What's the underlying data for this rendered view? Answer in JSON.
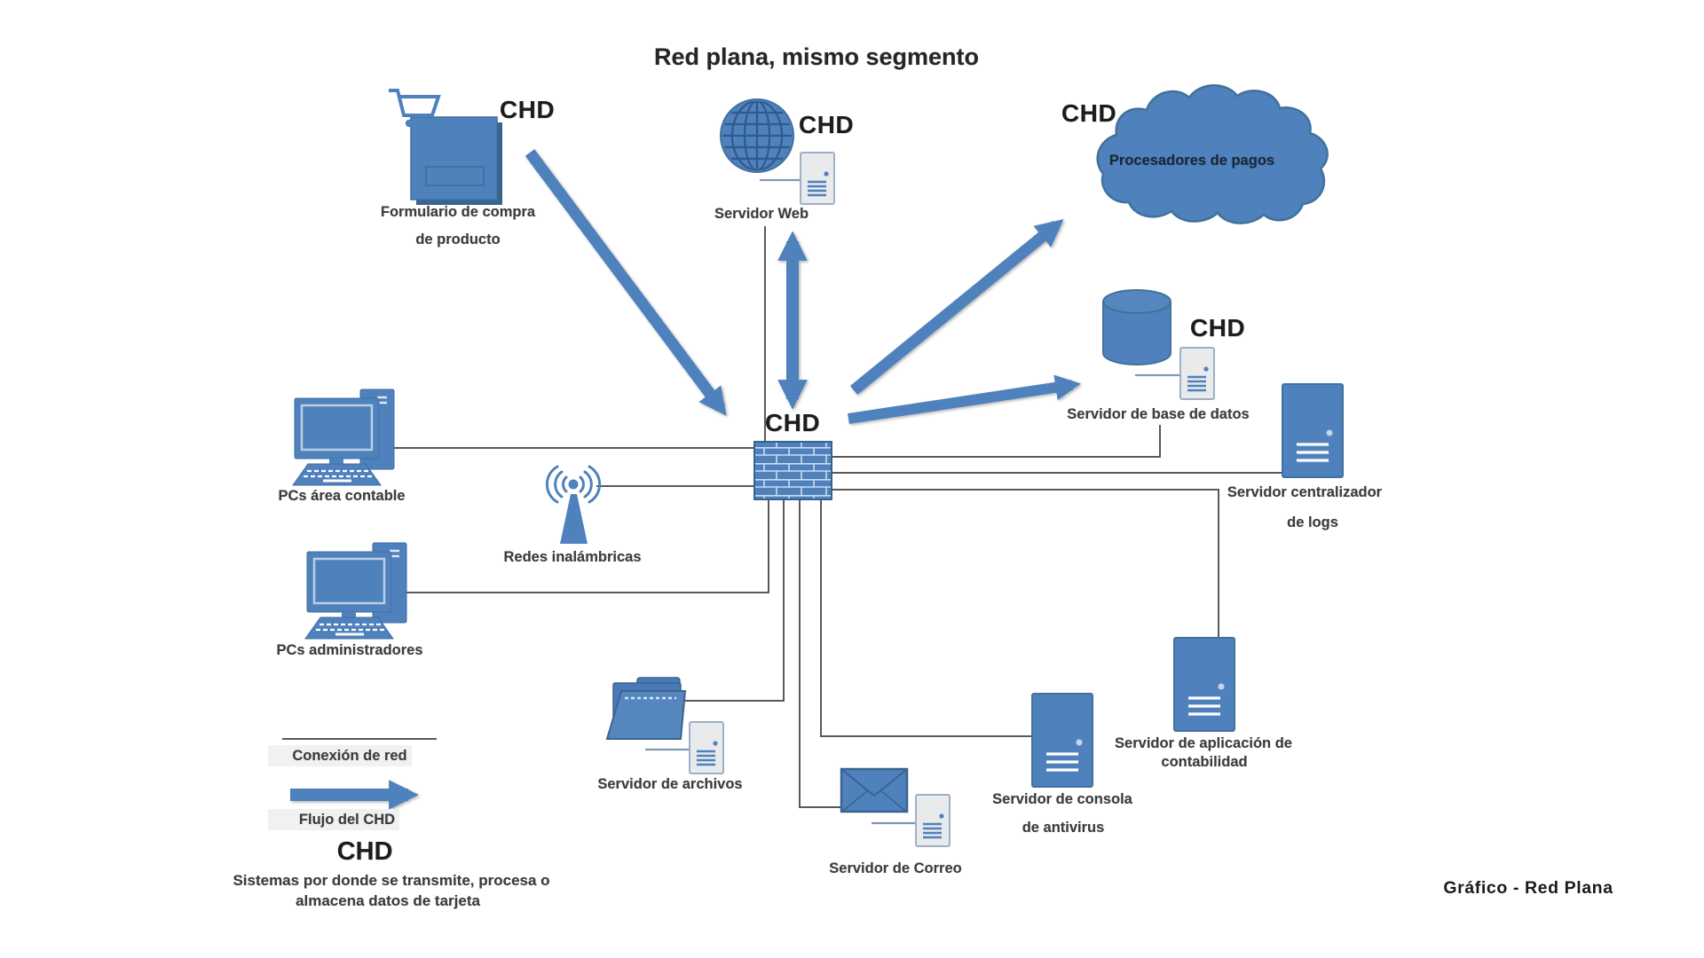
{
  "title": "Red plana, mismo segmento",
  "caption": "Gráfico - Red Plana",
  "nodes": {
    "purchase_form": {
      "chd": "CHD",
      "line1": "Formulario de compra",
      "line2": "de producto"
    },
    "web_server": {
      "chd": "CHD",
      "label": "Servidor Web"
    },
    "payment_processors": {
      "chd": "CHD",
      "label": "Procesadores de pagos"
    },
    "database_server": {
      "chd": "CHD",
      "label": "Servidor de base de datos"
    },
    "firewall": {
      "chd": "CHD"
    },
    "pcs_accounting": {
      "label": "PCs área contable"
    },
    "wireless": {
      "label": "Redes inalámbricas"
    },
    "pcs_admins": {
      "label": "PCs administradores"
    },
    "log_server": {
      "line1": "Servidor centralizador",
      "line2": "de logs"
    },
    "file_server": {
      "label": "Servidor de archivos"
    },
    "mail_server": {
      "label": "Servidor de Correo"
    },
    "antivirus_console": {
      "line1": "Servidor de consola",
      "line2": "de antivirus"
    },
    "accounting_app": {
      "line1": "Servidor de aplicación de",
      "line2": "contabilidad"
    }
  },
  "legend": {
    "network_connection": "Conexión de red",
    "chd_flow": "Flujo del CHD",
    "chd_heading": "CHD",
    "chd_description_line1": "Sistemas por donde se transmite, procesa o",
    "chd_description_line2": "almacena datos de tarjeta"
  },
  "colors": {
    "primary": "#4f81bd",
    "primary_dark": "#41719c",
    "connection_line": "#595959",
    "label_text": "#3d3d3d"
  }
}
